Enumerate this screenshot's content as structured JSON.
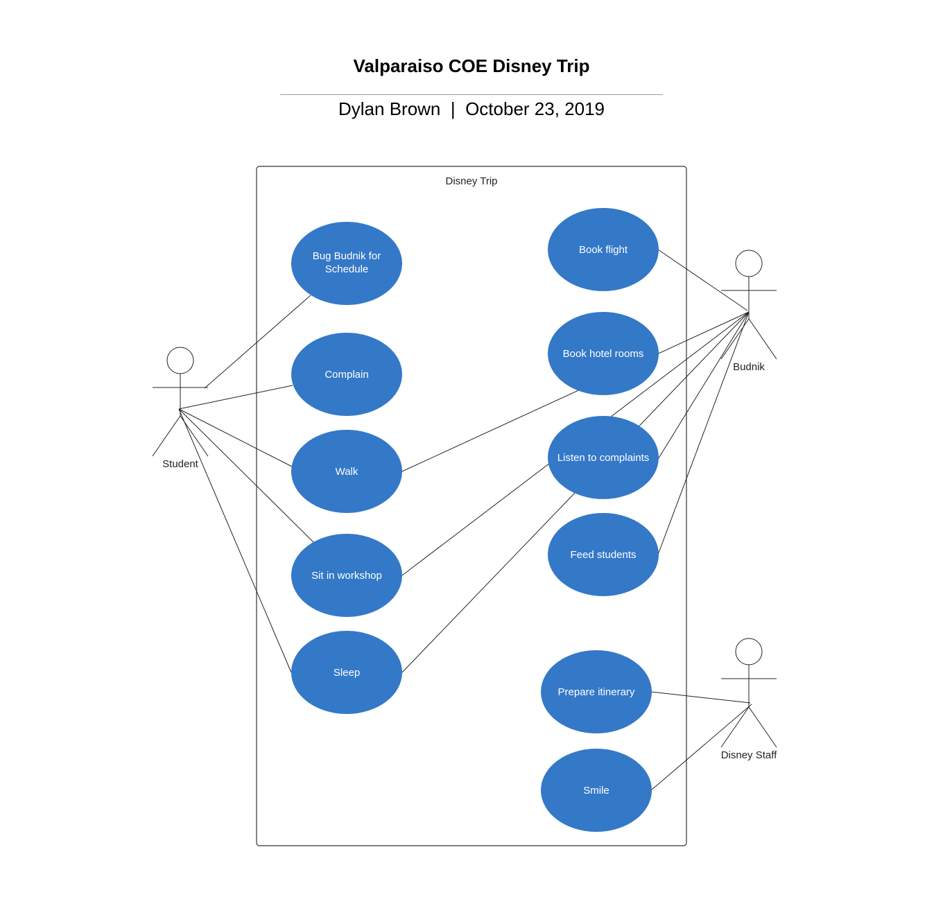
{
  "header": {
    "title": "Valparaiso COE Disney Trip",
    "author": "Dylan Brown",
    "separator": "|",
    "date": "October 23, 2019"
  },
  "system": {
    "label": "Disney Trip"
  },
  "actors": {
    "student": "Student",
    "budnik": "Budnik",
    "disney_staff": "Disney Staff"
  },
  "use_cases": {
    "bug_budnik_line1": "Bug Budnik for",
    "bug_budnik_line2": "Schedule",
    "complain": "Complain",
    "walk": "Walk",
    "sit_in_workshop": "Sit in workshop",
    "sleep": "Sleep",
    "book_flight": "Book flight",
    "book_hotel_rooms": "Book hotel rooms",
    "listen_to_complaints": "Listen to complaints",
    "feed_students": "Feed students",
    "prepare_itinerary": "Prepare itinerary",
    "smile": "Smile"
  },
  "colors": {
    "use_case_fill": "#3478c8",
    "use_case_text": "#ffffff",
    "line": "#222222"
  }
}
